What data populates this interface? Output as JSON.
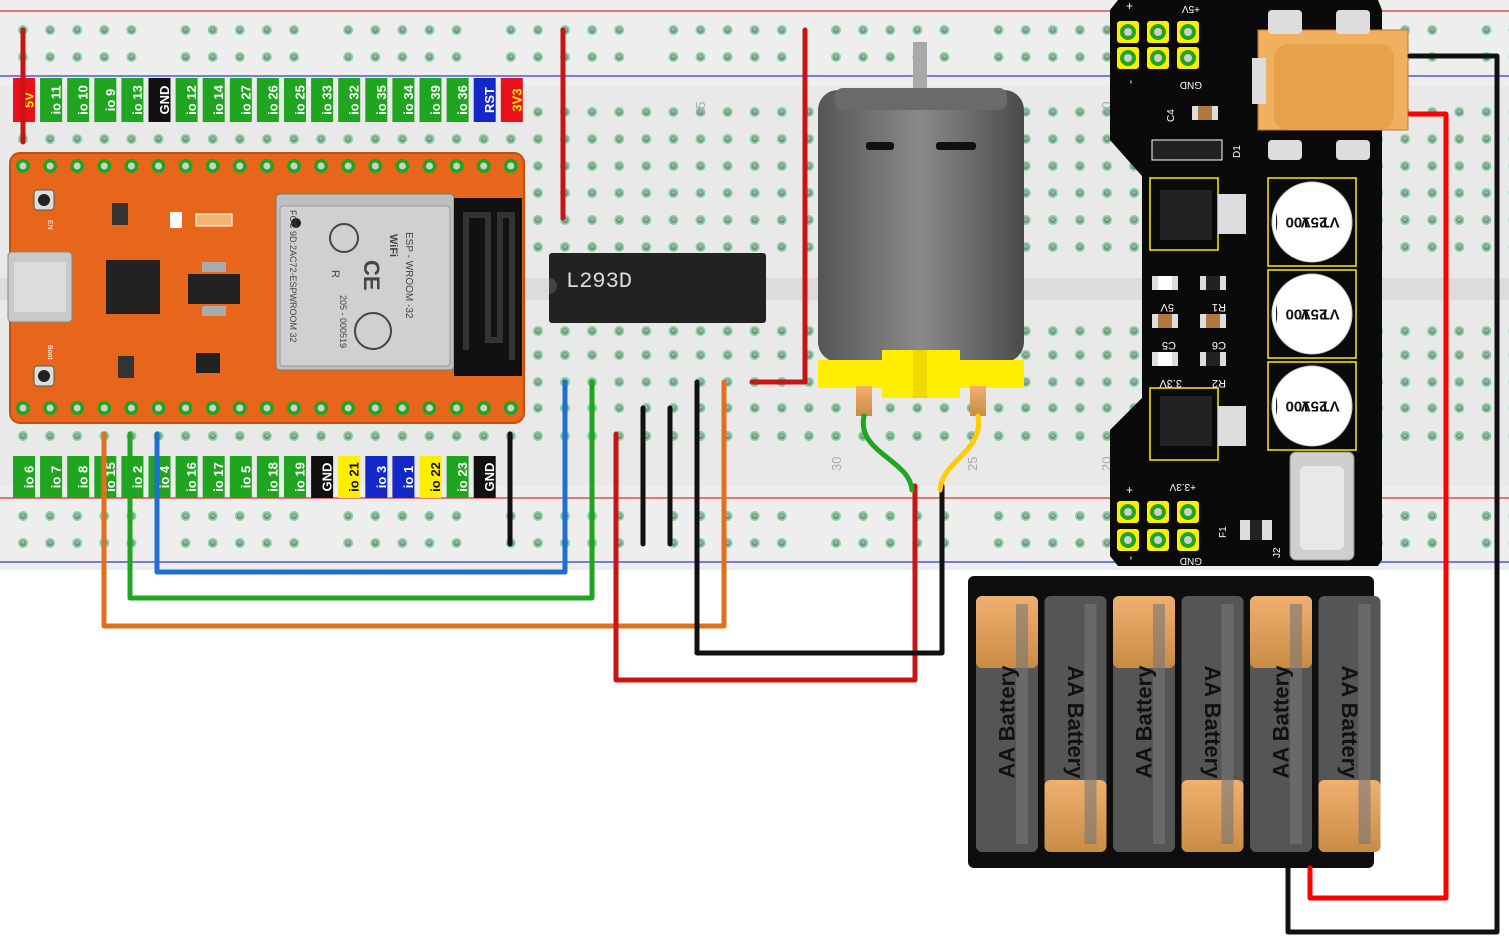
{
  "esp32_top_pins": [
    {
      "label": "5V",
      "bg": "#e8101a",
      "fg": "#ffee00"
    },
    {
      "label": "io 11",
      "bg": "#1fa51f",
      "fg": "#ffffff"
    },
    {
      "label": "io 10",
      "bg": "#1fa51f",
      "fg": "#ffffff"
    },
    {
      "label": "io 9",
      "bg": "#1fa51f",
      "fg": "#ffffff"
    },
    {
      "label": "io 13",
      "bg": "#1fa51f",
      "fg": "#ffffff"
    },
    {
      "label": "GND",
      "bg": "#111111",
      "fg": "#ffffff"
    },
    {
      "label": "io 12",
      "bg": "#1fa51f",
      "fg": "#ffffff"
    },
    {
      "label": "io 14",
      "bg": "#1fa51f",
      "fg": "#ffffff"
    },
    {
      "label": "io 27",
      "bg": "#1fa51f",
      "fg": "#ffffff"
    },
    {
      "label": "io 26",
      "bg": "#1fa51f",
      "fg": "#ffffff"
    },
    {
      "label": "io 25",
      "bg": "#1fa51f",
      "fg": "#ffffff"
    },
    {
      "label": "io 33",
      "bg": "#1fa51f",
      "fg": "#ffffff"
    },
    {
      "label": "io 32",
      "bg": "#1fa51f",
      "fg": "#ffffff"
    },
    {
      "label": "io 35",
      "bg": "#1fa51f",
      "fg": "#ffffff"
    },
    {
      "label": "io 34",
      "bg": "#1fa51f",
      "fg": "#ffffff"
    },
    {
      "label": "io 39",
      "bg": "#1fa51f",
      "fg": "#ffffff"
    },
    {
      "label": "io 36",
      "bg": "#1fa51f",
      "fg": "#ffffff"
    },
    {
      "label": "RST",
      "bg": "#1428c8",
      "fg": "#ffffff"
    },
    {
      "label": "3V3",
      "bg": "#e8101a",
      "fg": "#ffee00"
    }
  ],
  "esp32_bottom_pins": [
    {
      "label": "io 6",
      "bg": "#1fa51f",
      "fg": "#ffffff"
    },
    {
      "label": "io 7",
      "bg": "#1fa51f",
      "fg": "#ffffff"
    },
    {
      "label": "io 8",
      "bg": "#1fa51f",
      "fg": "#ffffff"
    },
    {
      "label": "io 15",
      "bg": "#1fa51f",
      "fg": "#ffffff"
    },
    {
      "label": "io 2",
      "bg": "#1fa51f",
      "fg": "#ffffff"
    },
    {
      "label": "io 4",
      "bg": "#1fa51f",
      "fg": "#ffffff"
    },
    {
      "label": "io 16",
      "bg": "#1fa51f",
      "fg": "#ffffff"
    },
    {
      "label": "io 17",
      "bg": "#1fa51f",
      "fg": "#ffffff"
    },
    {
      "label": "io 5",
      "bg": "#1fa51f",
      "fg": "#ffffff"
    },
    {
      "label": "io 18",
      "bg": "#1fa51f",
      "fg": "#ffffff"
    },
    {
      "label": "io 19",
      "bg": "#1fa51f",
      "fg": "#ffffff"
    },
    {
      "label": "GND",
      "bg": "#111111",
      "fg": "#ffffff"
    },
    {
      "label": "io 21",
      "bg": "#ffee00",
      "fg": "#111111"
    },
    {
      "label": "io 3",
      "bg": "#1428c8",
      "fg": "#ffffff"
    },
    {
      "label": "io 1",
      "bg": "#1428c8",
      "fg": "#ffffff"
    },
    {
      "label": "io 22",
      "bg": "#ffee00",
      "fg": "#111111"
    },
    {
      "label": "io 23",
      "bg": "#1fa51f",
      "fg": "#ffffff"
    },
    {
      "label": "GND",
      "bg": "#111111",
      "fg": "#ffffff"
    }
  ],
  "breadboard": {
    "column_marks": [
      "35",
      "30",
      "25",
      "20"
    ],
    "column_mark_right": "20",
    "column_mark_right_bottom": "20"
  },
  "esp32_board": {
    "button_en": "EN",
    "button_boot": "Boot",
    "module_lines": [
      "ESP - WROOM -32",
      "FCC 9D:2AC72-ESPWROOM 32",
      "205 - 000519"
    ],
    "wifi_logo": "WiFi",
    "ce_mark": "CE",
    "r_mark": "R"
  },
  "driver_chip": {
    "label": "L293D"
  },
  "power_module": {
    "top_plus": "+",
    "top_5v": "+5V",
    "top_gnd": "GND",
    "bottom_plus": "+",
    "bottom_33v": "+3.3V",
    "bottom_gnd": "GND",
    "bottom_minus": "-",
    "top_minus": "-",
    "c4": "C4",
    "d1": "D1",
    "r1": "R1",
    "v5": "5V",
    "c5": "C5",
    "c6": "C6",
    "v33": "3.3V",
    "r2": "R2",
    "f1": "F1",
    "j2": "J2",
    "cap_label": [
      "100",
      "25V",
      "VT"
    ]
  },
  "battery_box": {
    "cell_label": "AA Battery"
  },
  "colors": {
    "wire_red": "#c81414",
    "wire_black": "#111111",
    "wire_blue": "#1f6fd0",
    "wire_green": "#1fa51f",
    "wire_orange": "#e0701c",
    "wire_bright_red": "#ff0000",
    "esp_board": "#e8661c",
    "motor_yellow": "#ffee00"
  }
}
